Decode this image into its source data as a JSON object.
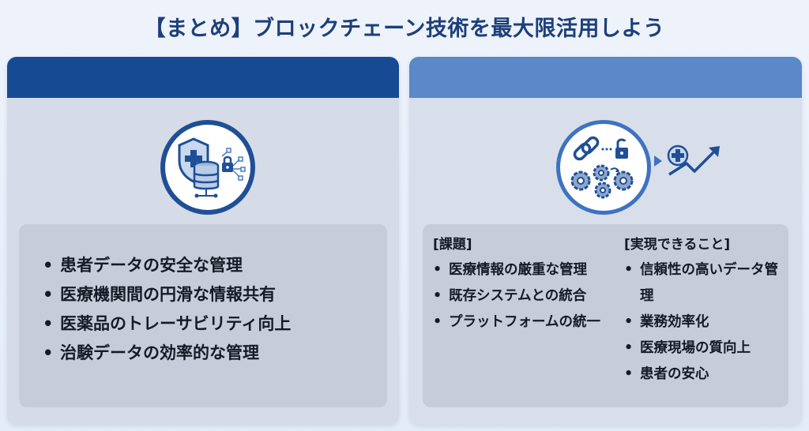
{
  "title": "【まとめ】ブロックチェーン技術を最大限活用しよう",
  "left_panel": {
    "icon": "shield-database-lock-icon",
    "items": [
      "患者データの安全な管理",
      "医療機関間の円滑な情報共有",
      "医薬品のトレーサビリティ向上",
      "治験データの効率的な管理"
    ]
  },
  "right_panel": {
    "icon": "chain-lock-gears-icon",
    "growth_icon": "medical-cross-growth-arrow-icon",
    "issues": {
      "heading": "[課題]",
      "items": [
        "医療情報の厳重な管理",
        "既存システムとの統合",
        "プラットフォームの統一"
      ]
    },
    "benefits": {
      "heading": "[実現できること]",
      "items": [
        "信頼性の高いデータ管理",
        "業務効率化",
        "医療現場の質向上",
        "患者の安心"
      ]
    }
  },
  "colors": {
    "left_header": "#164a93",
    "right_header": "#5a88c8",
    "title": "#1d3f7a"
  }
}
